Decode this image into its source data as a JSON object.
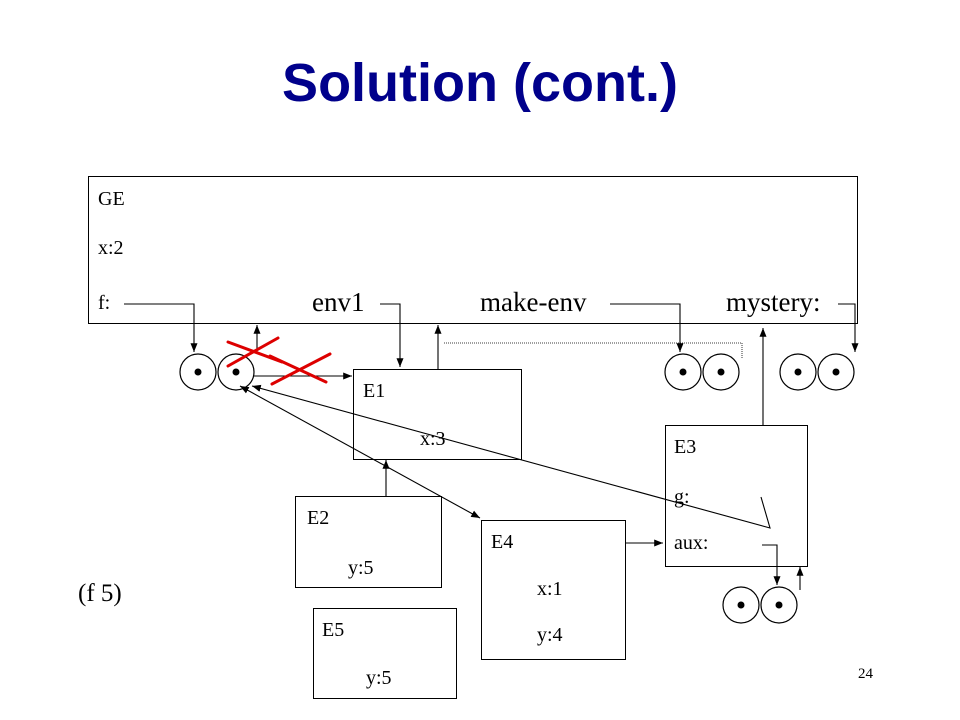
{
  "title": "Solution (cont.)",
  "ge": {
    "name": "GE",
    "bindings": [
      "x:2",
      "f:",
      "env1",
      "make-env",
      "mystery:"
    ]
  },
  "frames": {
    "e1": {
      "name": "E1",
      "bindings": [
        "x:3"
      ]
    },
    "e2": {
      "name": "E2",
      "bindings": [
        "y:5"
      ]
    },
    "e3": {
      "name": "E3",
      "bindings": [
        "g:",
        "aux:"
      ]
    },
    "e4": {
      "name": "E4",
      "bindings": [
        "x:1",
        "y:4"
      ]
    },
    "e5": {
      "name": "E5",
      "bindings": [
        "y:5"
      ]
    }
  },
  "call_expression": "(f 5)",
  "page_number": "24",
  "colors": {
    "title": "#00008b",
    "cross": "#dd0000"
  }
}
